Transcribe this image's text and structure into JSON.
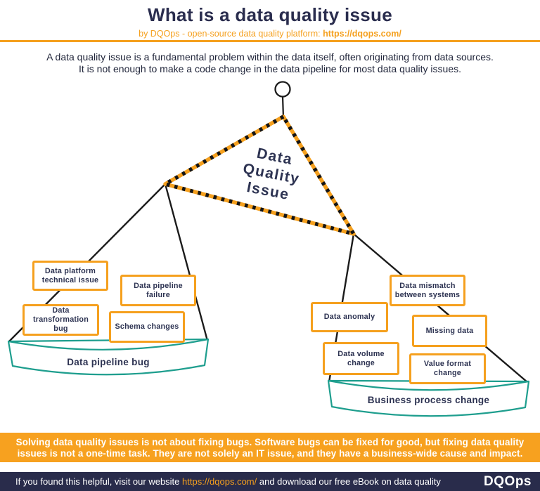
{
  "header": {
    "title": "What is a data quality issue",
    "subtitle_prefix": "by DQOps - open-source data quality platform: ",
    "subtitle_link": "https://dqops.com/"
  },
  "intro": {
    "line1": "A data quality issue is a fundamental problem within the data itself, often originating from data sources.",
    "line2": "It is not enough to make a code change in the data pipeline for most data quality issues."
  },
  "diagram": {
    "flag": {
      "line1": "Data",
      "line2": "Quality",
      "line3": "Issue"
    },
    "left_group": {
      "banner": "Data pipeline bug",
      "boxes": [
        {
          "label": "Data platform technical issue"
        },
        {
          "label": "Data pipeline failure"
        },
        {
          "label": "Data transformation bug"
        },
        {
          "label": "Schema changes"
        }
      ]
    },
    "right_group": {
      "banner": "Business process change",
      "boxes": [
        {
          "label": "Data mismatch between systems"
        },
        {
          "label": "Data anomaly"
        },
        {
          "label": "Missing data"
        },
        {
          "label": "Data volume change"
        },
        {
          "label": "Value format change"
        }
      ]
    }
  },
  "callout": {
    "line1": "Solving data quality issues is not about fixing bugs. Software bugs can be fixed for good, but fixing data quality",
    "line2": "issues is not a one-time task. They are not solely an IT issue, and they have a business-wide cause and impact."
  },
  "footer": {
    "prefix": "If you found this helpful, visit our website ",
    "link": "https://dqops.com/",
    "suffix": " and download our free eBook on data quality",
    "logo": "DQOps"
  },
  "colors": {
    "orange": "#F5A01E",
    "teal": "#1E9E8E",
    "navy": "#292C4B",
    "text_navy": "#2D3352",
    "line_black": "#1B1B1B"
  }
}
